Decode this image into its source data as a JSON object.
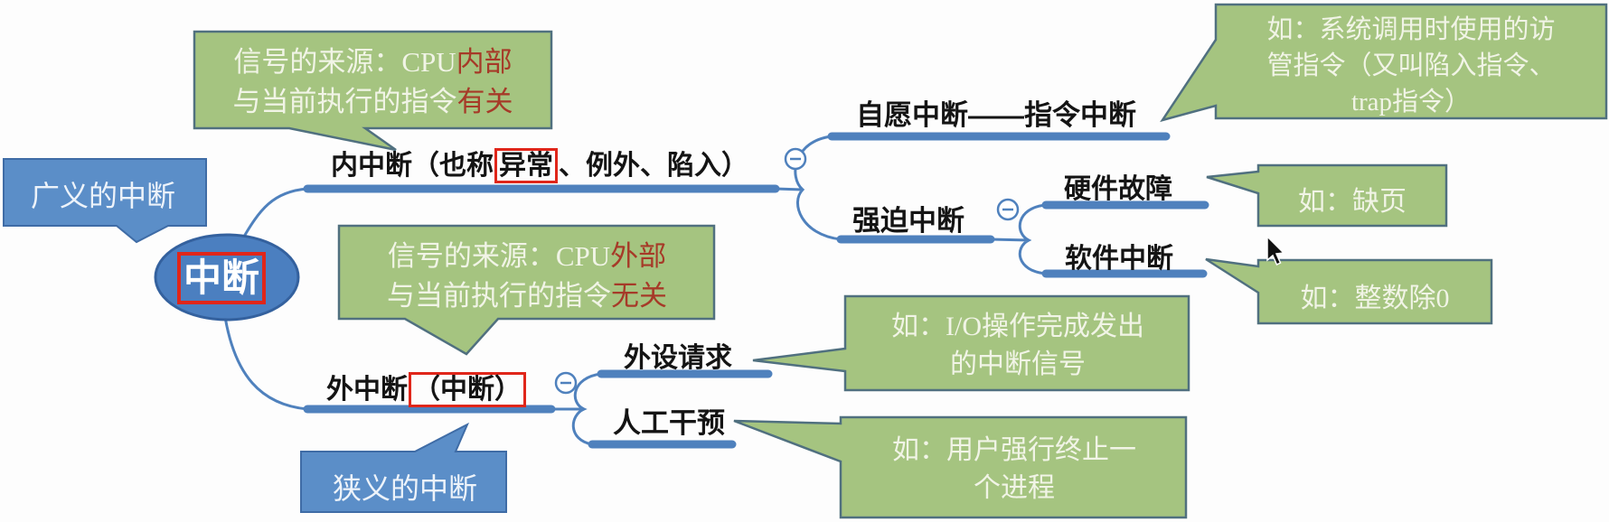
{
  "title": "中断分类思维导图",
  "colors": {
    "blue_fill": "#5b8ec8",
    "blue_line": "#4f81bd",
    "green_fill": "#a5c480",
    "green_border": "#50707f",
    "red_emphasis": "#a63a28",
    "red_box": "#e0261a",
    "node_text": "#141414",
    "light_text": "#f1f4e6"
  },
  "root": {
    "label": "中断",
    "callout_broad": "广义的中断"
  },
  "branches": {
    "internal": {
      "label_prefix": "内中断（也称",
      "label_boxed": "异常",
      "label_suffix": "、例外、陷入）",
      "note": {
        "line1_white": "信号的来源：CPU",
        "line1_red": "内部",
        "line2_white": "与当前执行的指令",
        "line2_red": "有关"
      },
      "children": {
        "voluntary": {
          "label": "自愿中断——指令中断",
          "note_lines": [
            "如：系统调用时使用的访",
            "管指令（又叫陷入指令、",
            "trap指令）"
          ]
        },
        "forced": {
          "label": "强迫中断",
          "children": {
            "hardware": {
              "label": "硬件故障",
              "note": "如：缺页"
            },
            "software": {
              "label": "软件中断",
              "note": "如：整数除0"
            }
          }
        }
      }
    },
    "external": {
      "label_prefix": "外中断",
      "label_boxed": "（中断）",
      "callout_narrow": "狭义的中断",
      "note": {
        "line1_white": "信号的来源：CPU",
        "line1_red": "外部",
        "line2_white": "与当前执行的指令",
        "line2_red": "无关"
      },
      "children": {
        "peripheral": {
          "label": "外设请求",
          "note_lines": [
            "如：I/O操作完成发出",
            "的中断信号"
          ]
        },
        "manual": {
          "label": "人工干预",
          "note_lines": [
            "如：用户强行终止一",
            "个进程"
          ]
        }
      }
    }
  },
  "icons": {
    "collapse_symbol": "−",
    "cursor": "arrow-pointer"
  }
}
